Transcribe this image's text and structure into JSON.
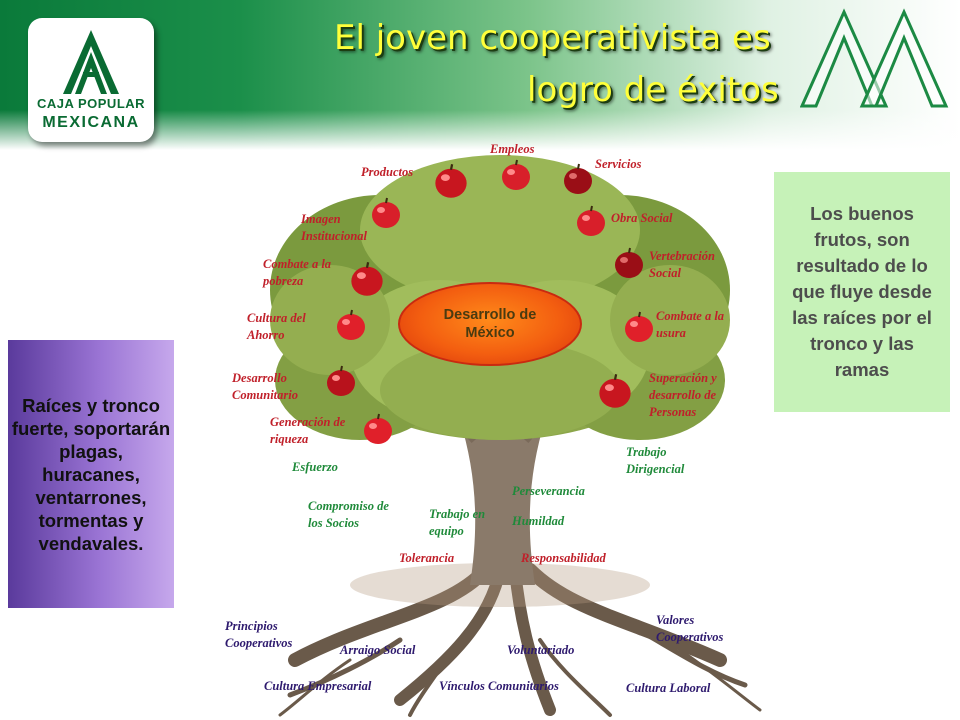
{
  "header": {
    "title_line1": "El joven cooperativista es",
    "title_line2": "logro de éxitos",
    "title_color": "#ffff3a",
    "band_color": "#0a7a3a"
  },
  "logo": {
    "line1": "CAJA POPULAR",
    "line2": "MEXICANA",
    "icon": "cpm-logo-icon",
    "color": "#0a6b33"
  },
  "center_badge": {
    "text": "Desarrollo de México",
    "color": "#f35e10"
  },
  "fruits": [
    "Empleos",
    "Servicios",
    "Productos",
    "Obra Social",
    "Imagen Institucional",
    "Vertebración Social",
    "Combate a la pobreza",
    "Combate a la usura",
    "Cultura del Ahorro",
    "Superación y desarrollo de Personas",
    "Desarrollo Comunitario",
    "Generación de riqueza"
  ],
  "trunk": [
    "Esfuerzo",
    "Trabajo Dirigencial",
    "Perseverancia",
    "Compromiso de los Socios",
    "Trabajo en equipo",
    "Humildad",
    "Tolerancia",
    "Responsabilidad"
  ],
  "roots": [
    "Principios Cooperativos",
    "Valores Cooperativos",
    "Arraigo Social",
    "Voluntariado",
    "Cultura Empresarial",
    "Vínculos Comunitarios",
    "Cultura Laboral"
  ],
  "left_box": {
    "text": "Raíces y tronco fuerte, soportarán plagas, huracanes, ventarrones, tormentas y vendavales.",
    "color": "#9a74d4"
  },
  "right_box": {
    "text": "Los buenos frutos, son resultado de lo que fluye desde las raíces por el tronco y las ramas",
    "color": "#c6f2b8"
  },
  "colors": {
    "fruit_label": "#c0202a",
    "trunk_label": "#1f8a3a",
    "root_label": "#2e1a6e"
  }
}
